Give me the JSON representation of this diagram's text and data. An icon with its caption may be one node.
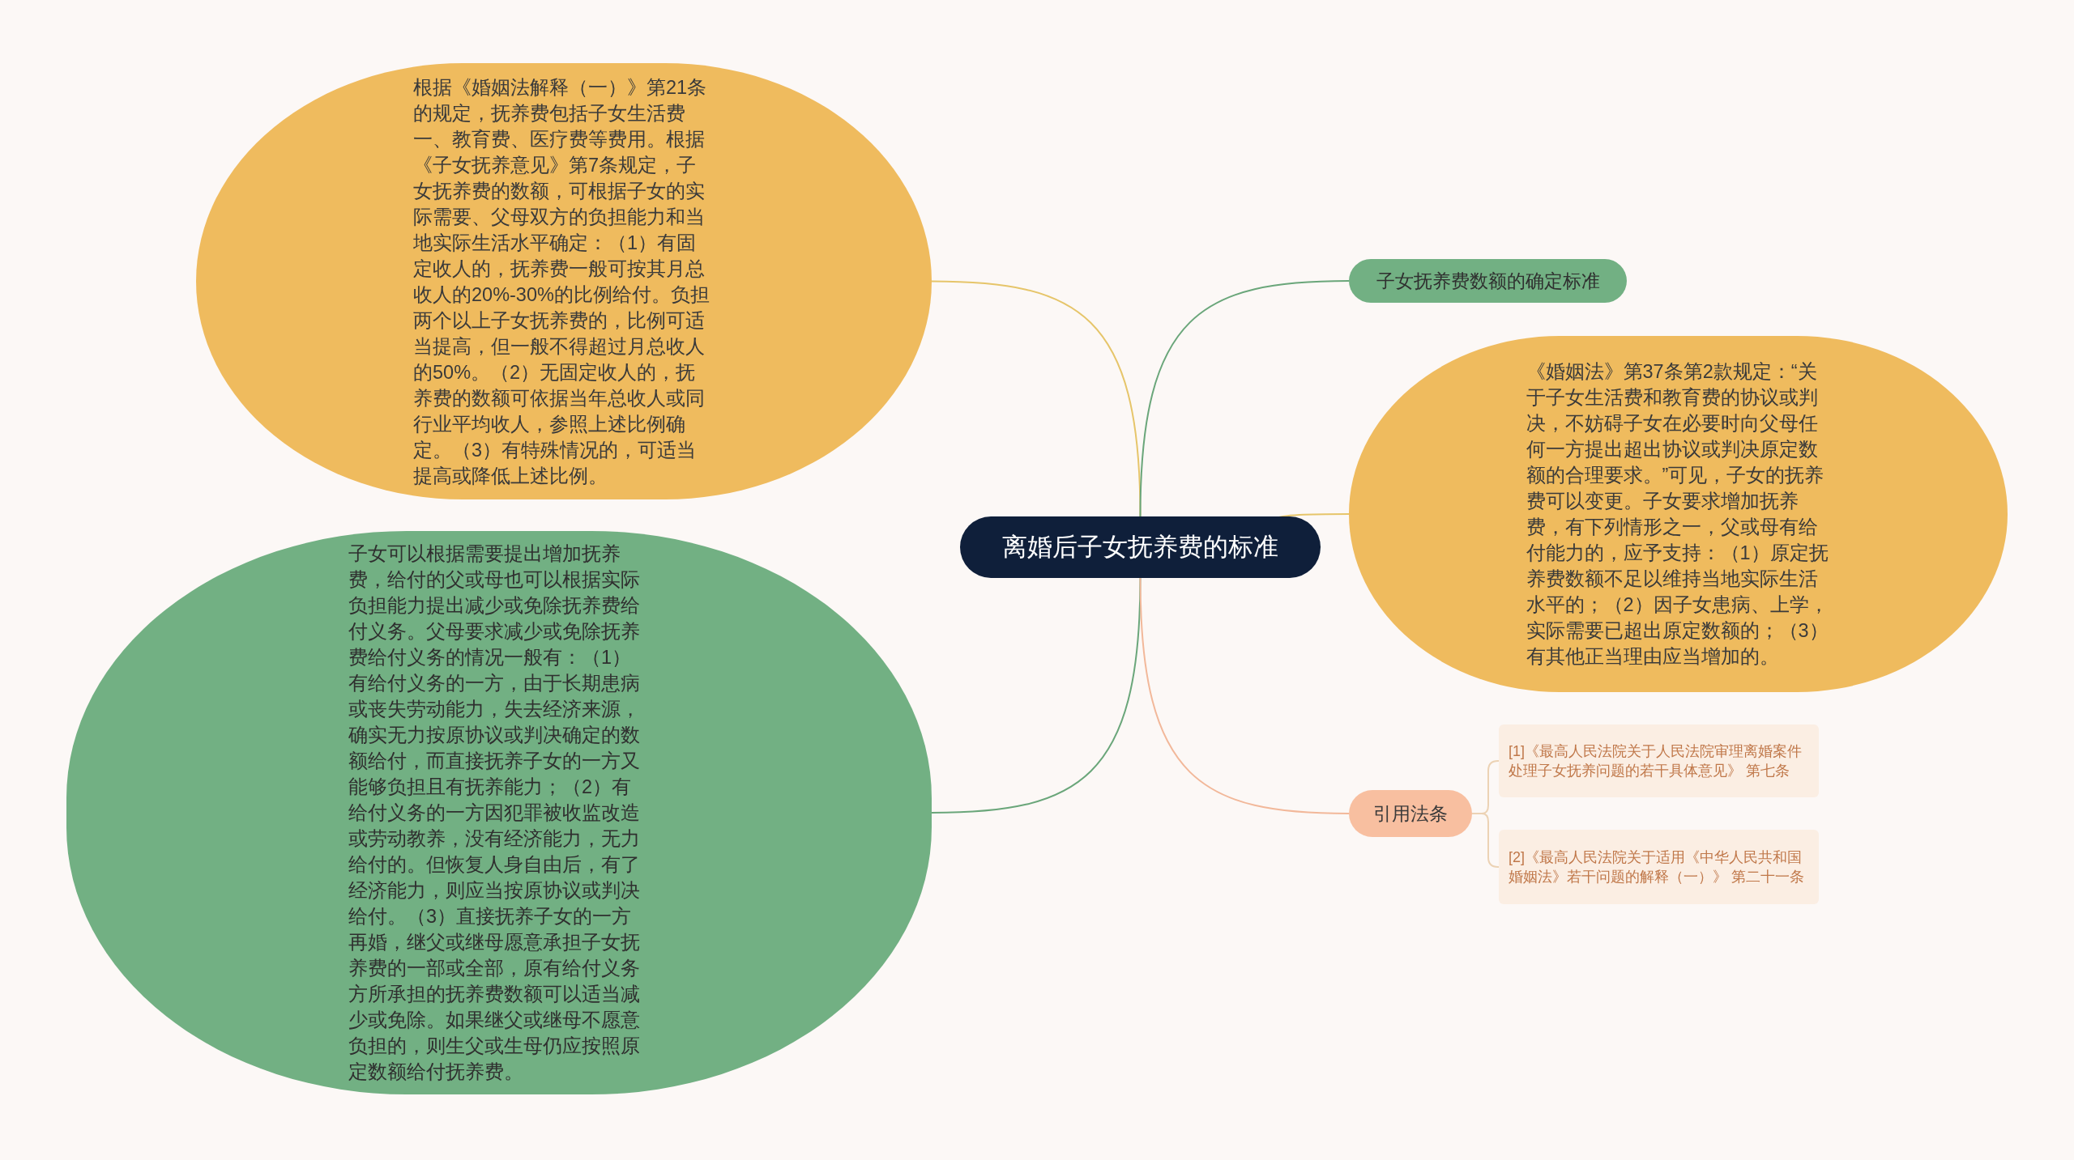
{
  "diagram": {
    "nodes": [
      {
        "text": [
          "离婚后子女抚养费的标准"
        ]
      },
      {
        "text": [
          "根据《婚姻法解释（一）》第21条的规定，抚养费包括子女生活费一、教育费、医疗费等费用。根据《子女抚养意见》第7条规定，子女抚养费的数额，可根据子女的实际需要、父母双方的负担能力和当地实际生活水平确定：（1）有固定收人的，抚养费一般可按其月总收人的20%-30%的比例给付。负担两个以上子女抚养费的，比例可适当提高，但一般不得超过月总收人的50%。（2）无固定收人的，抚养费的数额可依据当年总收人或同行业平均收人，参照上述比例确定。（3）有特殊情况的，可适当提高或降低上述比例。"
        ]
      },
      {
        "text": [
          "子女可以根据需要提出增加抚养费，给付的父或母也可以根据实际负担能力提出减少或免除抚养费给付义务。父母要求减少或免除抚养费给付义务的情况一般有：（1）有给付义务的一方，由于长期患病或丧失劳动能力，失去经济来源，确实无力按原协议或判决确定的数额给付，而直接抚养子女的一方又能够负担且有抚养能力；（2）有给付义务的一方因犯罪被收监改造或劳动教养，没有经济能力，无力给付的。但恢复人身自由后，有了经济能力，则应当按原协议或判决给付。（3）直接抚养子女的一方再婚，继父或继母愿意承担子女抚养费的一部或全部，原有给付义务方所承担的抚养费数额可以适当减少或免除。如果继父或继母不愿意负担的，则生父或生母仍应按照原定数额给付抚养费。"
        ]
      },
      {
        "text": [
          "子女抚养费数额的确定标准"
        ]
      },
      {
        "text": [
          "《婚姻法》第37条第2款规定：“关于子女生活费和教育费的协议或判决，不妨碍子女在必要时向父母任何一方提出超出协议或判决原定数额的合理要求。”可见，子女的抚养费可以变更。子女要求增加抚养费，有下列情形之一，父或母有给付能力的，应予支持：（1）原定抚养费数额不足以维持当地实际生活水平的；（2）因子女患病、上学，实际需要已超出原定数额的；（3）有其他正当理由应当增加的。"
        ]
      },
      {
        "text": [
          "引用法条"
        ]
      },
      {
        "text": [
          "[1]《最高人民法院关于人民法院审理离婚案件处理子女抚养问题的若干具体意见》 第七条"
        ]
      },
      {
        "text": [
          "[2]《最高人民法院关于适用《中华人民共和国婚姻法》若干问题的解释（一）》 第二十一条"
        ]
      }
    ],
    "edges": [
      {
        "from": 0,
        "to": 1,
        "arrow": "none",
        "color": "#e6c56a"
      },
      {
        "from": 0,
        "to": 2,
        "arrow": "none",
        "color": "#6aa67a"
      },
      {
        "from": 0,
        "to": 3,
        "arrow": "none",
        "color": "#6aa67a"
      },
      {
        "from": 0,
        "to": 4,
        "arrow": "none",
        "color": "#e6c56a"
      },
      {
        "from": 0,
        "to": 5,
        "arrow": "none",
        "color": "#f2b89a"
      },
      {
        "from": 5,
        "to": 6,
        "arrow": "none",
        "color": "#ecd2b4"
      },
      {
        "from": 5,
        "to": 7,
        "arrow": "none",
        "color": "#ecd2b4"
      }
    ]
  }
}
